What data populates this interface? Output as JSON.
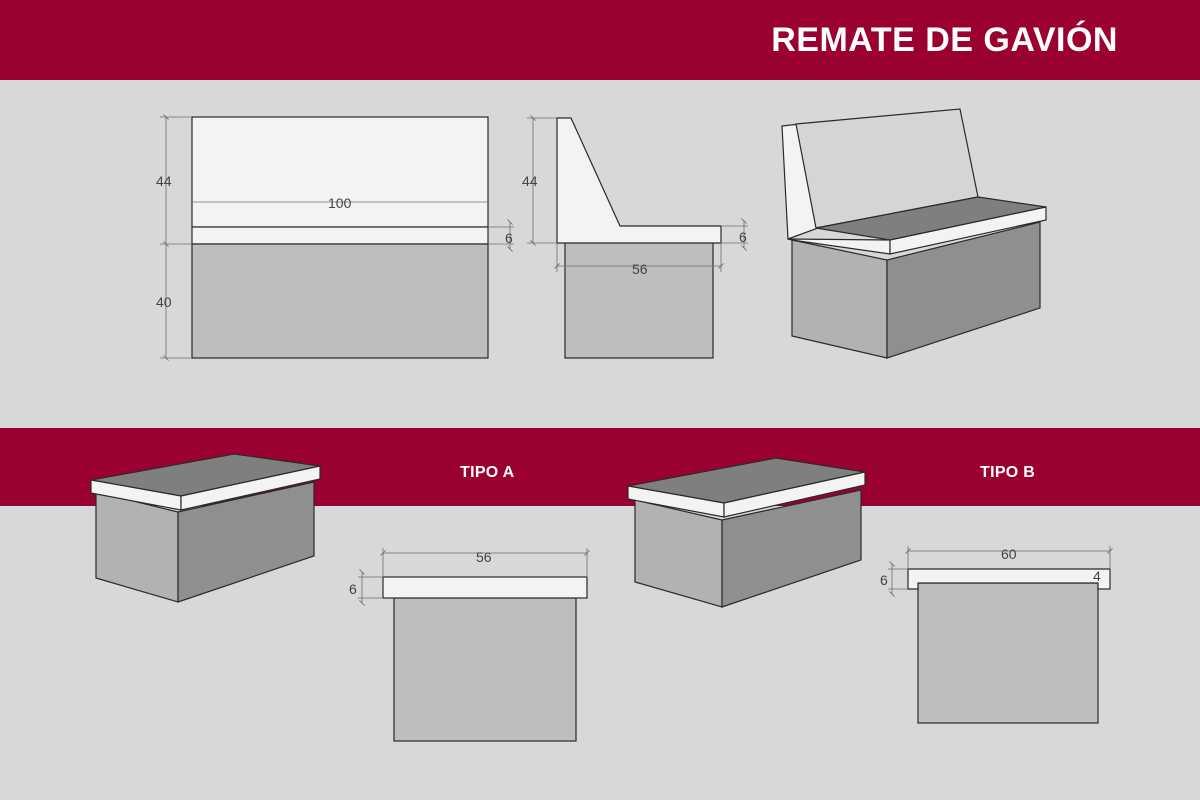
{
  "header": {
    "title": "REMATE DE GAVIÓN"
  },
  "colors": {
    "band": "#9a0030",
    "background": "#d7d8da",
    "cap_light": "#f3f3f1",
    "cap_top_shade": "#7f7f7f",
    "box_front": "#bebebd",
    "box_side": "#8f8f8f",
    "box_light": "#b2b2b1"
  },
  "front_view": {
    "dims": {
      "height_backrest": "44",
      "width": "100",
      "height_base": "40",
      "cap_thickness": "6"
    }
  },
  "side_view": {
    "dims": {
      "height_backrest": "44",
      "depth": "56",
      "cap_thickness": "6"
    }
  },
  "type_a": {
    "label": "TIPO A",
    "dims": {
      "width": "56",
      "cap_thickness": "6"
    }
  },
  "type_b": {
    "label": "TIPO B",
    "dims": {
      "width": "60",
      "cap_thickness": "6",
      "overhang": "4"
    }
  }
}
